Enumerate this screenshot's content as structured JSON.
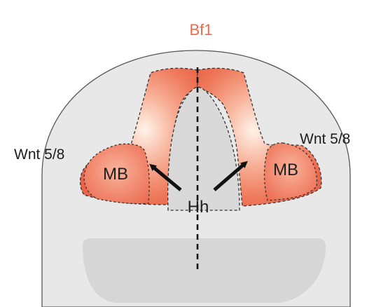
{
  "labels": {
    "top": "Bf1",
    "left_wnt": "Wnt 5/8",
    "right_wnt": "Wnt 5/8",
    "left_mb": "MB",
    "right_mb": "MB",
    "center": "Hh"
  },
  "colors": {
    "background": "#ffffff",
    "head_fill": "#e8e8e8",
    "head_stroke": "#555555",
    "inner_region": "#d9d9d9",
    "lower_region": "#d6d6d6",
    "expression_core": "#fff3ea",
    "expression_mid": "#f4a58a",
    "expression_edge": "#ec6a4f",
    "mb_fill": "#ef8068",
    "label_accent": "#f06a4a",
    "text": "#1e1e1e",
    "arrow": "#111111"
  }
}
